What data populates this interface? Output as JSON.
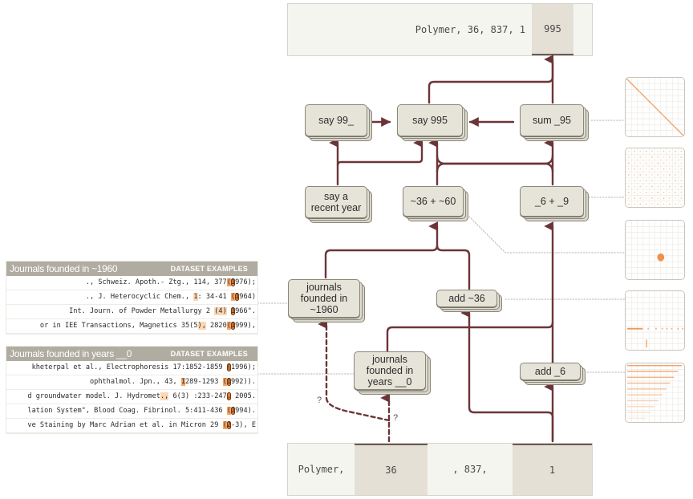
{
  "output_strip": {
    "prefix": "Polymer, 36, 837, 1",
    "prediction": "995"
  },
  "input_strip": {
    "tokens": [
      "Polymer,",
      "36",
      ", 837,",
      "1"
    ]
  },
  "nodes": {
    "say_99": "say 99_",
    "say_995": "say 995",
    "sum_95": "sum _95",
    "say_recent_year": "say a recent year",
    "sum_36_60": "~36 + ~60",
    "sum_6_9": "_6 + _9",
    "journals_1960": "journals founded in ~1960",
    "add_36": "add ~36",
    "journals_years_0": "journals founded in years __0",
    "add_6": "add _6"
  },
  "uncertain_marks": [
    "?",
    "?"
  ],
  "panels": [
    {
      "title": "Journals founded in ~1960",
      "tag": "DATASET EXAMPLES",
      "rows": [
        [
          [
            "t",
            "., Schweiz. Apoth.- Ztg., "
          ],
          [
            "m",
            " "
          ],
          [
            "t",
            "114, 377"
          ],
          [
            "m2",
            "("
          ],
          [
            "m3",
            "1"
          ],
          [
            "t",
            "976);"
          ]
        ],
        [
          [
            "t",
            "., J. Heterocyclic Chem., "
          ],
          [
            "m",
            "1"
          ],
          [
            "t",
            ": 34-41 "
          ],
          [
            "m2",
            "("
          ],
          [
            "m3",
            "1"
          ],
          [
            "t",
            "964)"
          ]
        ],
        [
          [
            "t",
            "Int. Journ. of Powder Metallurgy 2 "
          ],
          [
            "m",
            "(4)"
          ],
          [
            "t",
            " "
          ],
          [
            "m3",
            "1"
          ],
          [
            "t",
            "966\"."
          ]
        ],
        [
          [
            "t",
            "or in IEE Transactions, Magnetics 35(5"
          ],
          [
            "m",
            "),"
          ],
          [
            "t",
            " 2820"
          ],
          [
            "m2",
            "("
          ],
          [
            "m3",
            "1"
          ],
          [
            "t",
            "999),"
          ]
        ]
      ]
    },
    {
      "title": "Journals founded in years __0",
      "tag": "DATASET EXAMPLES",
      "rows": [
        [
          [
            "t",
            "kheterpal et al., Electrophoresis 17:1852-1859 "
          ],
          [
            "m3",
            "("
          ],
          [
            "t",
            "1996);"
          ]
        ],
        [
          [
            "t",
            "ophthalmol. Jpn., 43, "
          ],
          [
            "m2",
            "1"
          ],
          [
            "t",
            "289-1293 "
          ],
          [
            "m2",
            "("
          ],
          [
            "m3",
            "1"
          ],
          [
            "t",
            "992))."
          ]
        ],
        [
          [
            "t",
            "d groundwater model. J. Hydromet"
          ],
          [
            "m",
            ".,"
          ],
          [
            "t",
            " 6(3) :233-247"
          ],
          [
            "m3",
            ","
          ],
          [
            "t",
            " 2005."
          ]
        ],
        [
          [
            "t",
            "lation System\", Blood Coag. Fibrinol. 5:411-436 "
          ],
          [
            "m2",
            "("
          ],
          [
            "m3",
            "1"
          ],
          [
            "t",
            "994)."
          ]
        ],
        [
          [
            "t",
            "ve Staining by Marc Adrian et al. in Micron 29 "
          ],
          [
            "m2",
            "("
          ],
          [
            "m3",
            "2"
          ],
          [
            "t",
            "-3), E"
          ]
        ]
      ]
    }
  ],
  "thumbnails": [
    {
      "name": "sum-95-operand-plot",
      "pattern": "diagonal"
    },
    {
      "name": "sum-6-9-operand-plot",
      "pattern": "grid-dots"
    },
    {
      "name": "sum-36-60-operand-plot",
      "pattern": "blob"
    },
    {
      "name": "add-36-operand-plot",
      "pattern": "row-and-column"
    },
    {
      "name": "add-6-operand-plot",
      "pattern": "row-stripes"
    }
  ],
  "colors": {
    "wire": "#6b3538",
    "node_fill": "#e6e3d8",
    "highlight_token": "#e4e0d6",
    "panel_header": "#b0aca1",
    "activation": "#ee7f2d"
  }
}
